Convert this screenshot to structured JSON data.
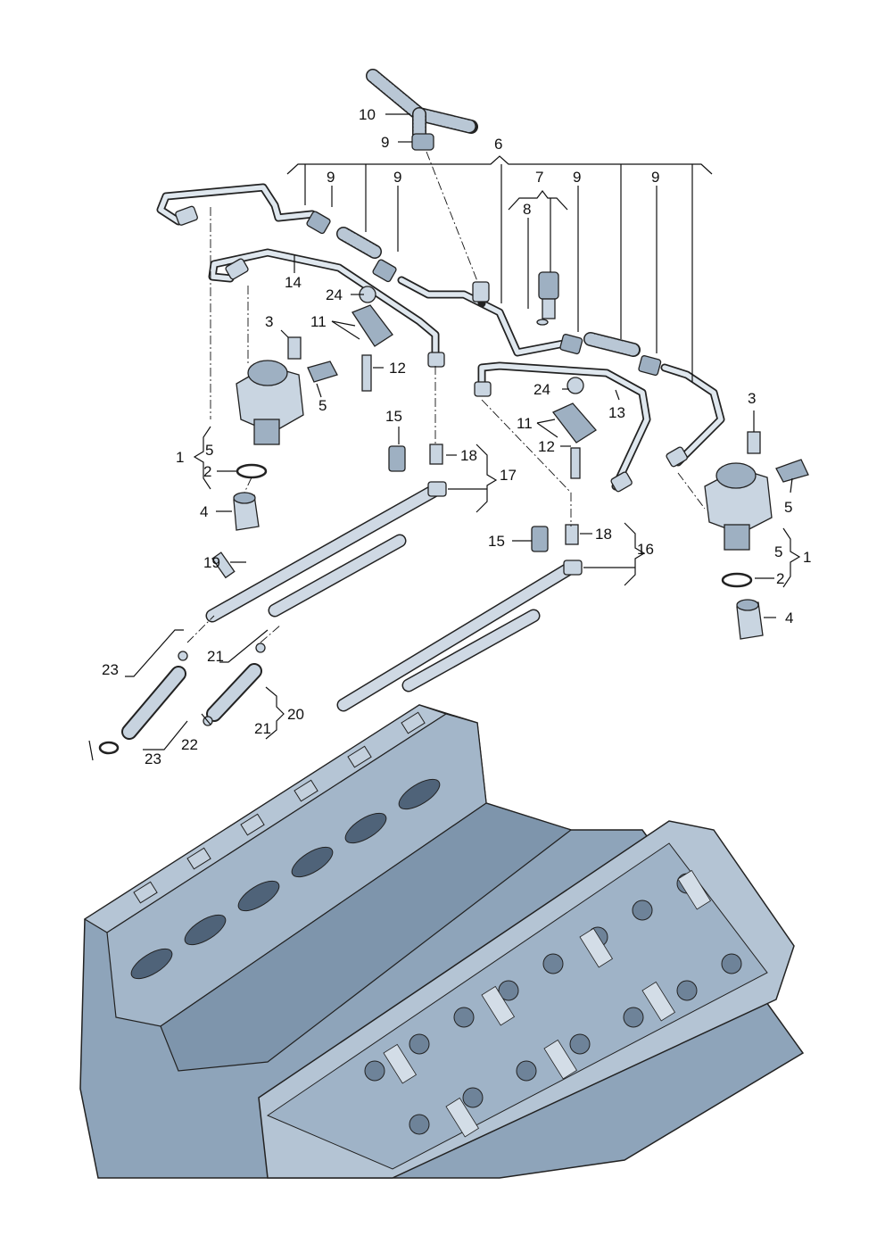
{
  "diagram": {
    "callouts": [
      {
        "id": "c10",
        "text": "10"
      },
      {
        "id": "c9a",
        "text": "9"
      },
      {
        "id": "c6",
        "text": "6"
      },
      {
        "id": "c9b",
        "text": "9"
      },
      {
        "id": "c9c",
        "text": "9"
      },
      {
        "id": "c7",
        "text": "7"
      },
      {
        "id": "c9d",
        "text": "9"
      },
      {
        "id": "c9e",
        "text": "9"
      },
      {
        "id": "c8",
        "text": "8"
      },
      {
        "id": "c14",
        "text": "14"
      },
      {
        "id": "c24a",
        "text": "24"
      },
      {
        "id": "c11a",
        "text": "11"
      },
      {
        "id": "c3a",
        "text": "3"
      },
      {
        "id": "c12a",
        "text": "12"
      },
      {
        "id": "c5a",
        "text": "5"
      },
      {
        "id": "c24b",
        "text": "24"
      },
      {
        "id": "c13",
        "text": "13"
      },
      {
        "id": "c3b",
        "text": "3"
      },
      {
        "id": "c15a",
        "text": "15"
      },
      {
        "id": "c11b",
        "text": "11"
      },
      {
        "id": "c12b",
        "text": "12"
      },
      {
        "id": "c1a",
        "text": "1"
      },
      {
        "id": "c5b",
        "text": "5"
      },
      {
        "id": "c18a",
        "text": "18"
      },
      {
        "id": "c17",
        "text": "17"
      },
      {
        "id": "c2a",
        "text": "2"
      },
      {
        "id": "c5c",
        "text": "5"
      },
      {
        "id": "c4a",
        "text": "4"
      },
      {
        "id": "c15b",
        "text": "15"
      },
      {
        "id": "c18b",
        "text": "18"
      },
      {
        "id": "c16",
        "text": "16"
      },
      {
        "id": "c5d",
        "text": "5"
      },
      {
        "id": "c1b",
        "text": "1"
      },
      {
        "id": "c19",
        "text": "19"
      },
      {
        "id": "c2b",
        "text": "2"
      },
      {
        "id": "c4b",
        "text": "4"
      },
      {
        "id": "c23a",
        "text": "23"
      },
      {
        "id": "c21a",
        "text": "21"
      },
      {
        "id": "c21b",
        "text": "21"
      },
      {
        "id": "c20",
        "text": "20"
      },
      {
        "id": "c22",
        "text": "22"
      },
      {
        "id": "c23b",
        "text": "23"
      }
    ]
  }
}
